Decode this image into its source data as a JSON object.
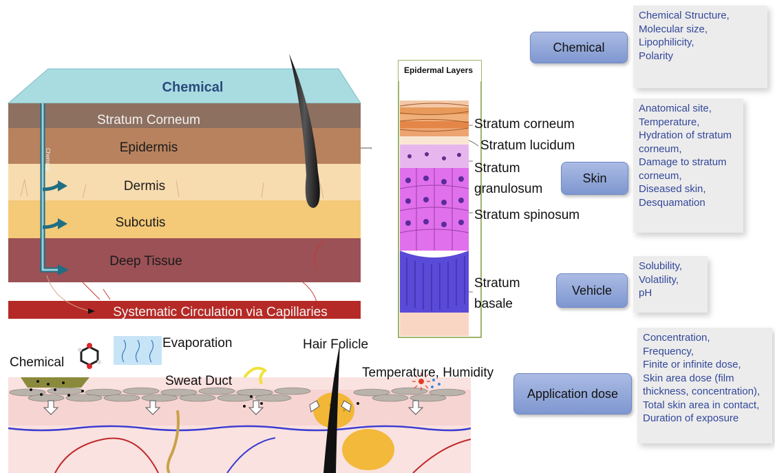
{
  "skin_block": {
    "chemical": "Chemical",
    "stratum_corneum": "Stratum Corneum",
    "epidermis": "Epidermis",
    "dermis": "Dermis",
    "subcutis": "Subcutis",
    "deep_tissue": "Deep Tissue",
    "vertical_arrow_text": "Chemical",
    "circulation": "Systematic Circulation via Capillaries"
  },
  "epidermal_panel": {
    "title": "Epidermal Layers",
    "layers": [
      "Stratum corneum",
      "Stratum lucidum",
      "Stratum",
      "granulosum",
      "Stratum spinosum",
      "Stratum",
      "basale"
    ]
  },
  "cross_section": {
    "evaporation": "Evaporation",
    "hair_follicle": "Hair Folicle",
    "chemical": "Chemical",
    "sweat_duct": "Sweat Duct",
    "temperature_humidity": "Temperature, Humidity"
  },
  "factors": [
    {
      "label": "Chemical",
      "details": [
        "Chemical Structure,",
        "Molecular size,",
        "Lipophilicity,",
        "Polarity"
      ]
    },
    {
      "label": "Skin",
      "details": [
        "Anatomical site,",
        "Temperature,",
        "Hydration of stratum",
        "corneum,",
        "Damage to stratum",
        "corneum,",
        "Diseased skin,",
        "Desquamation"
      ]
    },
    {
      "label": "Vehicle",
      "details": [
        "Solubility,",
        "Volatility,",
        "pH"
      ]
    },
    {
      "label": "Application dose",
      "details": [
        "Concentration,",
        "Frequency,",
        "Finite or infinite dose,",
        "Skin area dose (film",
        "thickness, concentration),",
        "Total skin area in contact,",
        "Duration of exposure"
      ]
    }
  ],
  "colors": {
    "chemical_layer": "#a9dce0",
    "stratum_corneum": "#8e7060",
    "epidermis": "#b8825e",
    "dermis": "#f7dcb0",
    "subcutis": "#f4c978",
    "deep_tissue": "#9b5156",
    "circulation": "#b52a26",
    "arrow": "#1f6e83",
    "factor_button": "#8ea3d8",
    "factor_text": "#33479a"
  }
}
